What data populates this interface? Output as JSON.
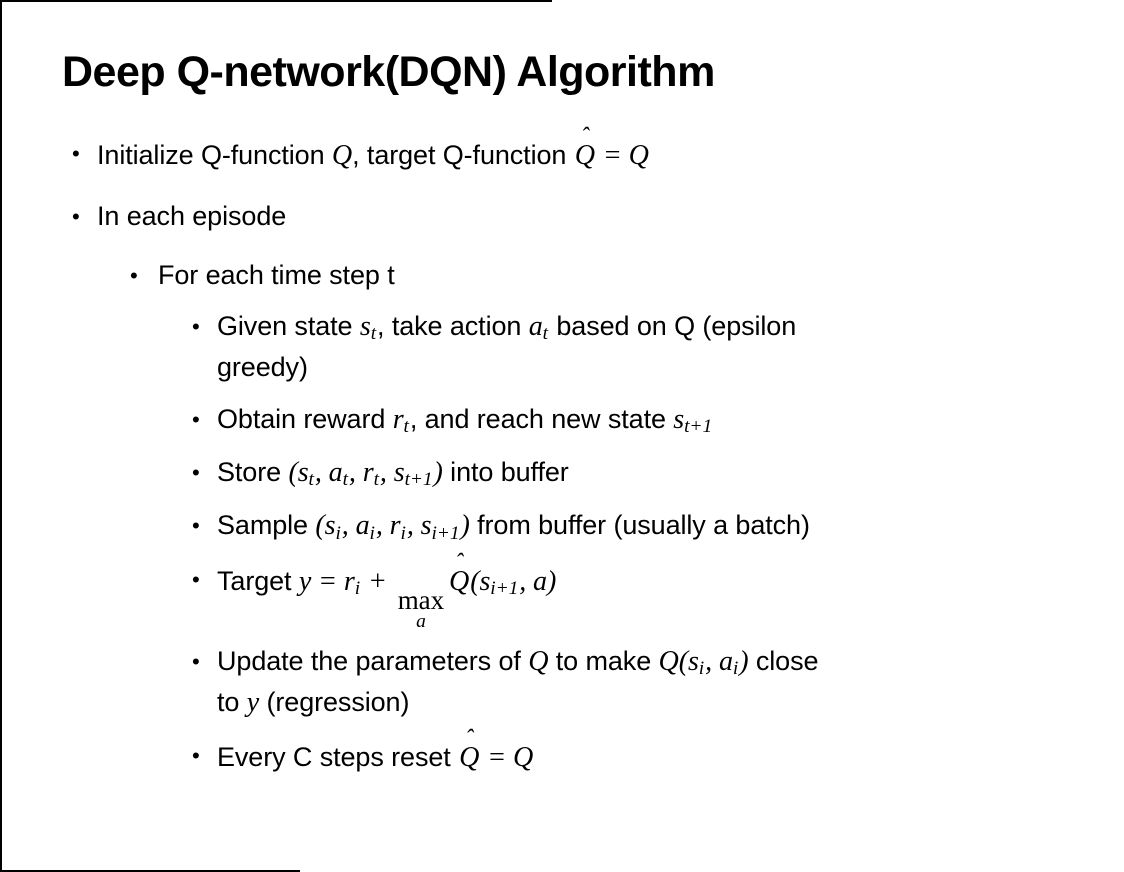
{
  "slide": {
    "title": "Deep Q-network(DQN) Algorithm",
    "bullet_char": "•",
    "border_color": "#000000",
    "background_color": "#ffffff",
    "text_color": "#000000",
    "bullets": [
      {
        "level": 1,
        "segments": [
          {
            "t": "n",
            "x": "Initialize Q-function "
          },
          {
            "t": "m",
            "x": "Q"
          },
          {
            "t": "n",
            "x": ", target Q-function "
          },
          {
            "t": "hat",
            "x": "Q"
          },
          {
            "t": "m",
            "x": " = "
          },
          {
            "t": "m",
            "x": "Q"
          }
        ]
      },
      {
        "level": 1,
        "segments": [
          {
            "t": "n",
            "x": "In each episode"
          }
        ]
      },
      {
        "level": 2,
        "segments": [
          {
            "t": "n",
            "x": "For each time step t"
          }
        ]
      },
      {
        "level": 3,
        "segments": [
          {
            "t": "n",
            "x": "Given state "
          },
          {
            "t": "m",
            "x": "s"
          },
          {
            "t": "ms",
            "x": "t"
          },
          {
            "t": "n",
            "x": ", take action "
          },
          {
            "t": "m",
            "x": "a"
          },
          {
            "t": "ms",
            "x": "t"
          },
          {
            "t": "n",
            "x": " based on Q (epsilon"
          },
          {
            "t": "br"
          },
          {
            "t": "n",
            "x": "greedy)"
          }
        ]
      },
      {
        "level": 3,
        "segments": [
          {
            "t": "n",
            "x": "Obtain reward "
          },
          {
            "t": "m",
            "x": "r"
          },
          {
            "t": "ms",
            "x": "t"
          },
          {
            "t": "n",
            "x": ", and reach new state "
          },
          {
            "t": "m",
            "x": "s"
          },
          {
            "t": "ms",
            "x": "t+1"
          }
        ]
      },
      {
        "level": 3,
        "segments": [
          {
            "t": "n",
            "x": "Store "
          },
          {
            "t": "m",
            "x": "(s"
          },
          {
            "t": "ms",
            "x": "t"
          },
          {
            "t": "m",
            "x": ", a"
          },
          {
            "t": "ms",
            "x": "t"
          },
          {
            "t": "m",
            "x": ", r"
          },
          {
            "t": "ms",
            "x": "t"
          },
          {
            "t": "m",
            "x": ", s"
          },
          {
            "t": "ms",
            "x": "t+1"
          },
          {
            "t": "m",
            "x": ")"
          },
          {
            "t": "n",
            "x": " into buffer"
          }
        ]
      },
      {
        "level": 3,
        "segments": [
          {
            "t": "n",
            "x": "Sample "
          },
          {
            "t": "m",
            "x": "(s"
          },
          {
            "t": "ms",
            "x": "i"
          },
          {
            "t": "m",
            "x": ", a"
          },
          {
            "t": "ms",
            "x": "i"
          },
          {
            "t": "m",
            "x": ", r"
          },
          {
            "t": "ms",
            "x": "i"
          },
          {
            "t": "m",
            "x": ", s"
          },
          {
            "t": "ms",
            "x": "i+1"
          },
          {
            "t": "m",
            "x": ")"
          },
          {
            "t": "n",
            "x": " from buffer (usually a batch)"
          }
        ]
      },
      {
        "level": 3,
        "segments": [
          {
            "t": "n",
            "x": "Target "
          },
          {
            "t": "m",
            "x": "y"
          },
          {
            "t": "m",
            "x": " = "
          },
          {
            "t": "m",
            "x": "r"
          },
          {
            "t": "ms",
            "x": "i"
          },
          {
            "t": "m",
            "x": " + "
          },
          {
            "t": "uo",
            "top": "max",
            "bot": "a"
          },
          {
            "t": "hat",
            "x": "Q"
          },
          {
            "t": "m",
            "x": "(s"
          },
          {
            "t": "ms",
            "x": "i+1"
          },
          {
            "t": "m",
            "x": ", a)"
          }
        ]
      },
      {
        "level": 3,
        "segments": [
          {
            "t": "n",
            "x": "Update the parameters of "
          },
          {
            "t": "m",
            "x": "Q"
          },
          {
            "t": "n",
            "x": " to make "
          },
          {
            "t": "m",
            "x": "Q(s"
          },
          {
            "t": "ms",
            "x": "i"
          },
          {
            "t": "m",
            "x": ", a"
          },
          {
            "t": "ms",
            "x": "i"
          },
          {
            "t": "m",
            "x": ")"
          },
          {
            "t": "n",
            "x": " close"
          },
          {
            "t": "br"
          },
          {
            "t": "n",
            "x": "to "
          },
          {
            "t": "m",
            "x": "y"
          },
          {
            "t": "n",
            "x": " (regression)"
          }
        ]
      },
      {
        "level": 3,
        "segments": [
          {
            "t": "n",
            "x": "Every C steps reset "
          },
          {
            "t": "hat",
            "x": "Q"
          },
          {
            "t": "m",
            "x": " = "
          },
          {
            "t": "m",
            "x": "Q"
          }
        ]
      }
    ]
  }
}
